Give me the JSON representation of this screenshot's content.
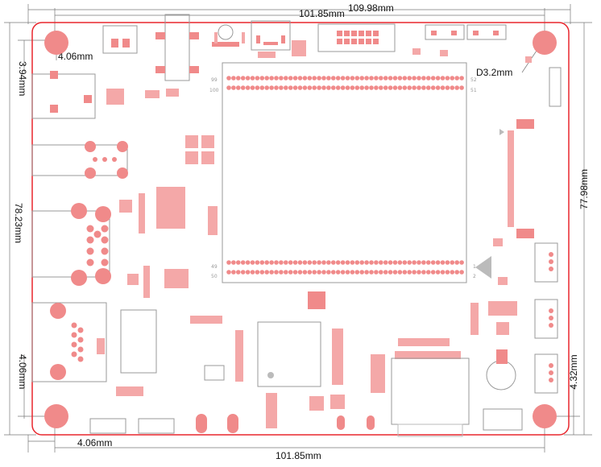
{
  "dimensions": {
    "top_outer": "109.98mm",
    "top_inner": "101.85mm",
    "bottom": "101.85mm",
    "left_height": "78.23mm",
    "right_height": "77.98mm",
    "hole_offset_top": "4.06mm",
    "hole_offset_top_vertical": "3.94mm",
    "hole_offset_left_bottom": "4.06mm",
    "hole_offset_bottom": "4.06mm",
    "hole_offset_right": "4.32mm",
    "hole_diameter": "D3.2mm"
  },
  "header_labels": {
    "top_left_a": "99",
    "top_left_b": "100",
    "top_right_a": "52",
    "top_right_b": "51",
    "bottom_left_a": "49",
    "bottom_left_b": "50",
    "bottom_right_a": "1",
    "bottom_right_b": "2"
  },
  "colors": {
    "board_outline": "#e8262d",
    "pad": "#f08a8a",
    "silkscreen": "#9a9a9a"
  }
}
